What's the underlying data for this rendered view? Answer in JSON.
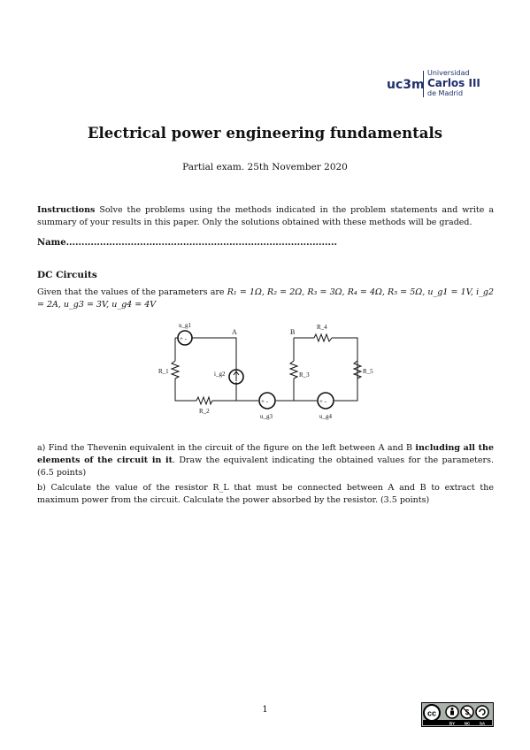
{
  "logo": {
    "acronym": "uc3m",
    "line1": "Universidad",
    "line2": "Carlos III",
    "line3": "de Madrid"
  },
  "title": "Electrical power engineering fundamentals",
  "subtitle": "Partial exam. 25th November 2020",
  "instructions": {
    "heading": "Instructions",
    "text": " Solve the problems using the methods indicated in the problem statements and write a summary of your results in this paper. Only the solutions obtained with these methods will be graded."
  },
  "name_line": "Name........................................................................................",
  "section_title": "DC Circuits",
  "given": {
    "intro": "Given that the values of the parameters are ",
    "values": "R₁ = 1Ω, R₂ = 2Ω, R₃ = 3Ω, R₄ = 4Ω, R₅ = 5Ω, u_g1 = 1V, i_g2 = 2A, u_g3 = 3V, u_g4 = 4V"
  },
  "circuit": {
    "labels": [
      "u_g1",
      "A",
      "B",
      "R_4",
      "R_1",
      "i_g2",
      "R_3",
      "R_5",
      "R_2",
      "u_g3",
      "u_g4"
    ],
    "source_symbol": "+ -"
  },
  "question_a": {
    "p1": "a) Find the Thevenin equivalent in the circuit of the figure on the left between A and B ",
    "bold": "including all the elements of the circuit in it",
    "p2": ". Draw the equivalent indicating the obtained values for the parameters. (6.5 points)"
  },
  "question_b": "b) Calculate the value of the resistor R_L that must be connected between A and B to extract the maximum power from the circuit. Calculate the power absorbed by the resistor. (3.5 points)",
  "page_number": "1",
  "license": {
    "badge": "cc",
    "terms": [
      "BY",
      "NC",
      "SA"
    ]
  }
}
